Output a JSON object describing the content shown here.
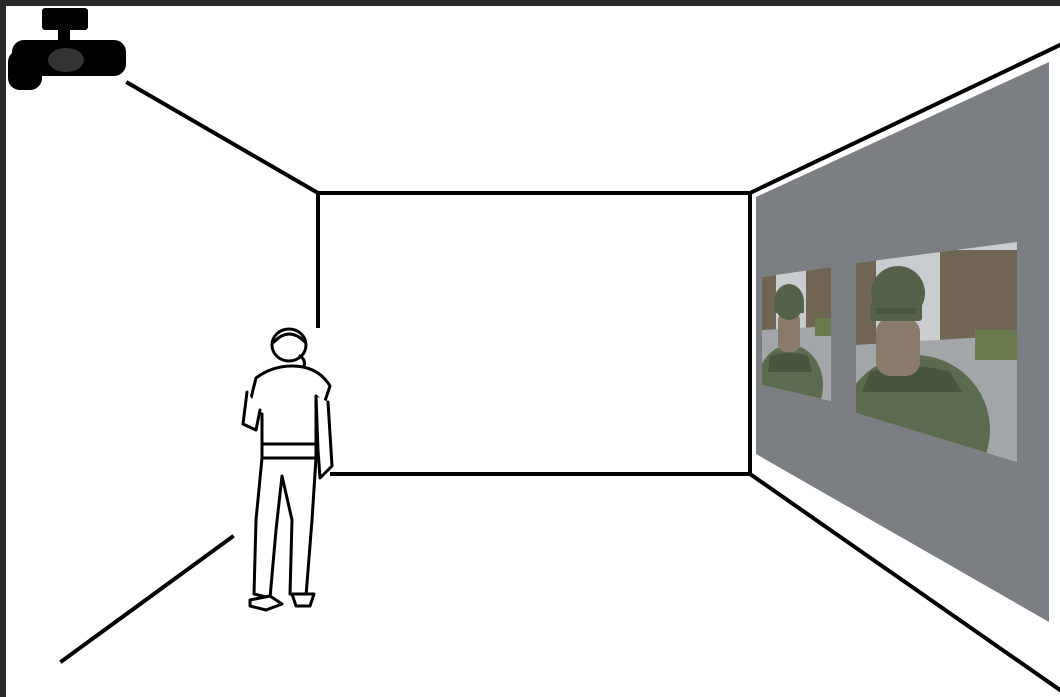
{
  "colors": {
    "frame": "#2a2a2a",
    "background": "#ffffff",
    "line": "#000000",
    "projection_wall": "#7b7f83",
    "sky": "#c9cdd0",
    "trees": "#6f6552",
    "road": "#a3a6a8",
    "grass": "#6b7a4f",
    "uniform": "#5b6b4e",
    "uniform_shadow": "#48563c",
    "cap": "#56614a",
    "skin": "#8a7a6a"
  },
  "icons": {
    "projector": "projector-icon",
    "person": "person-figure-icon"
  },
  "projected_images": [
    {
      "subject": "soldier-back-view",
      "scale": "small"
    },
    {
      "subject": "soldier-back-view",
      "scale": "large"
    }
  ]
}
